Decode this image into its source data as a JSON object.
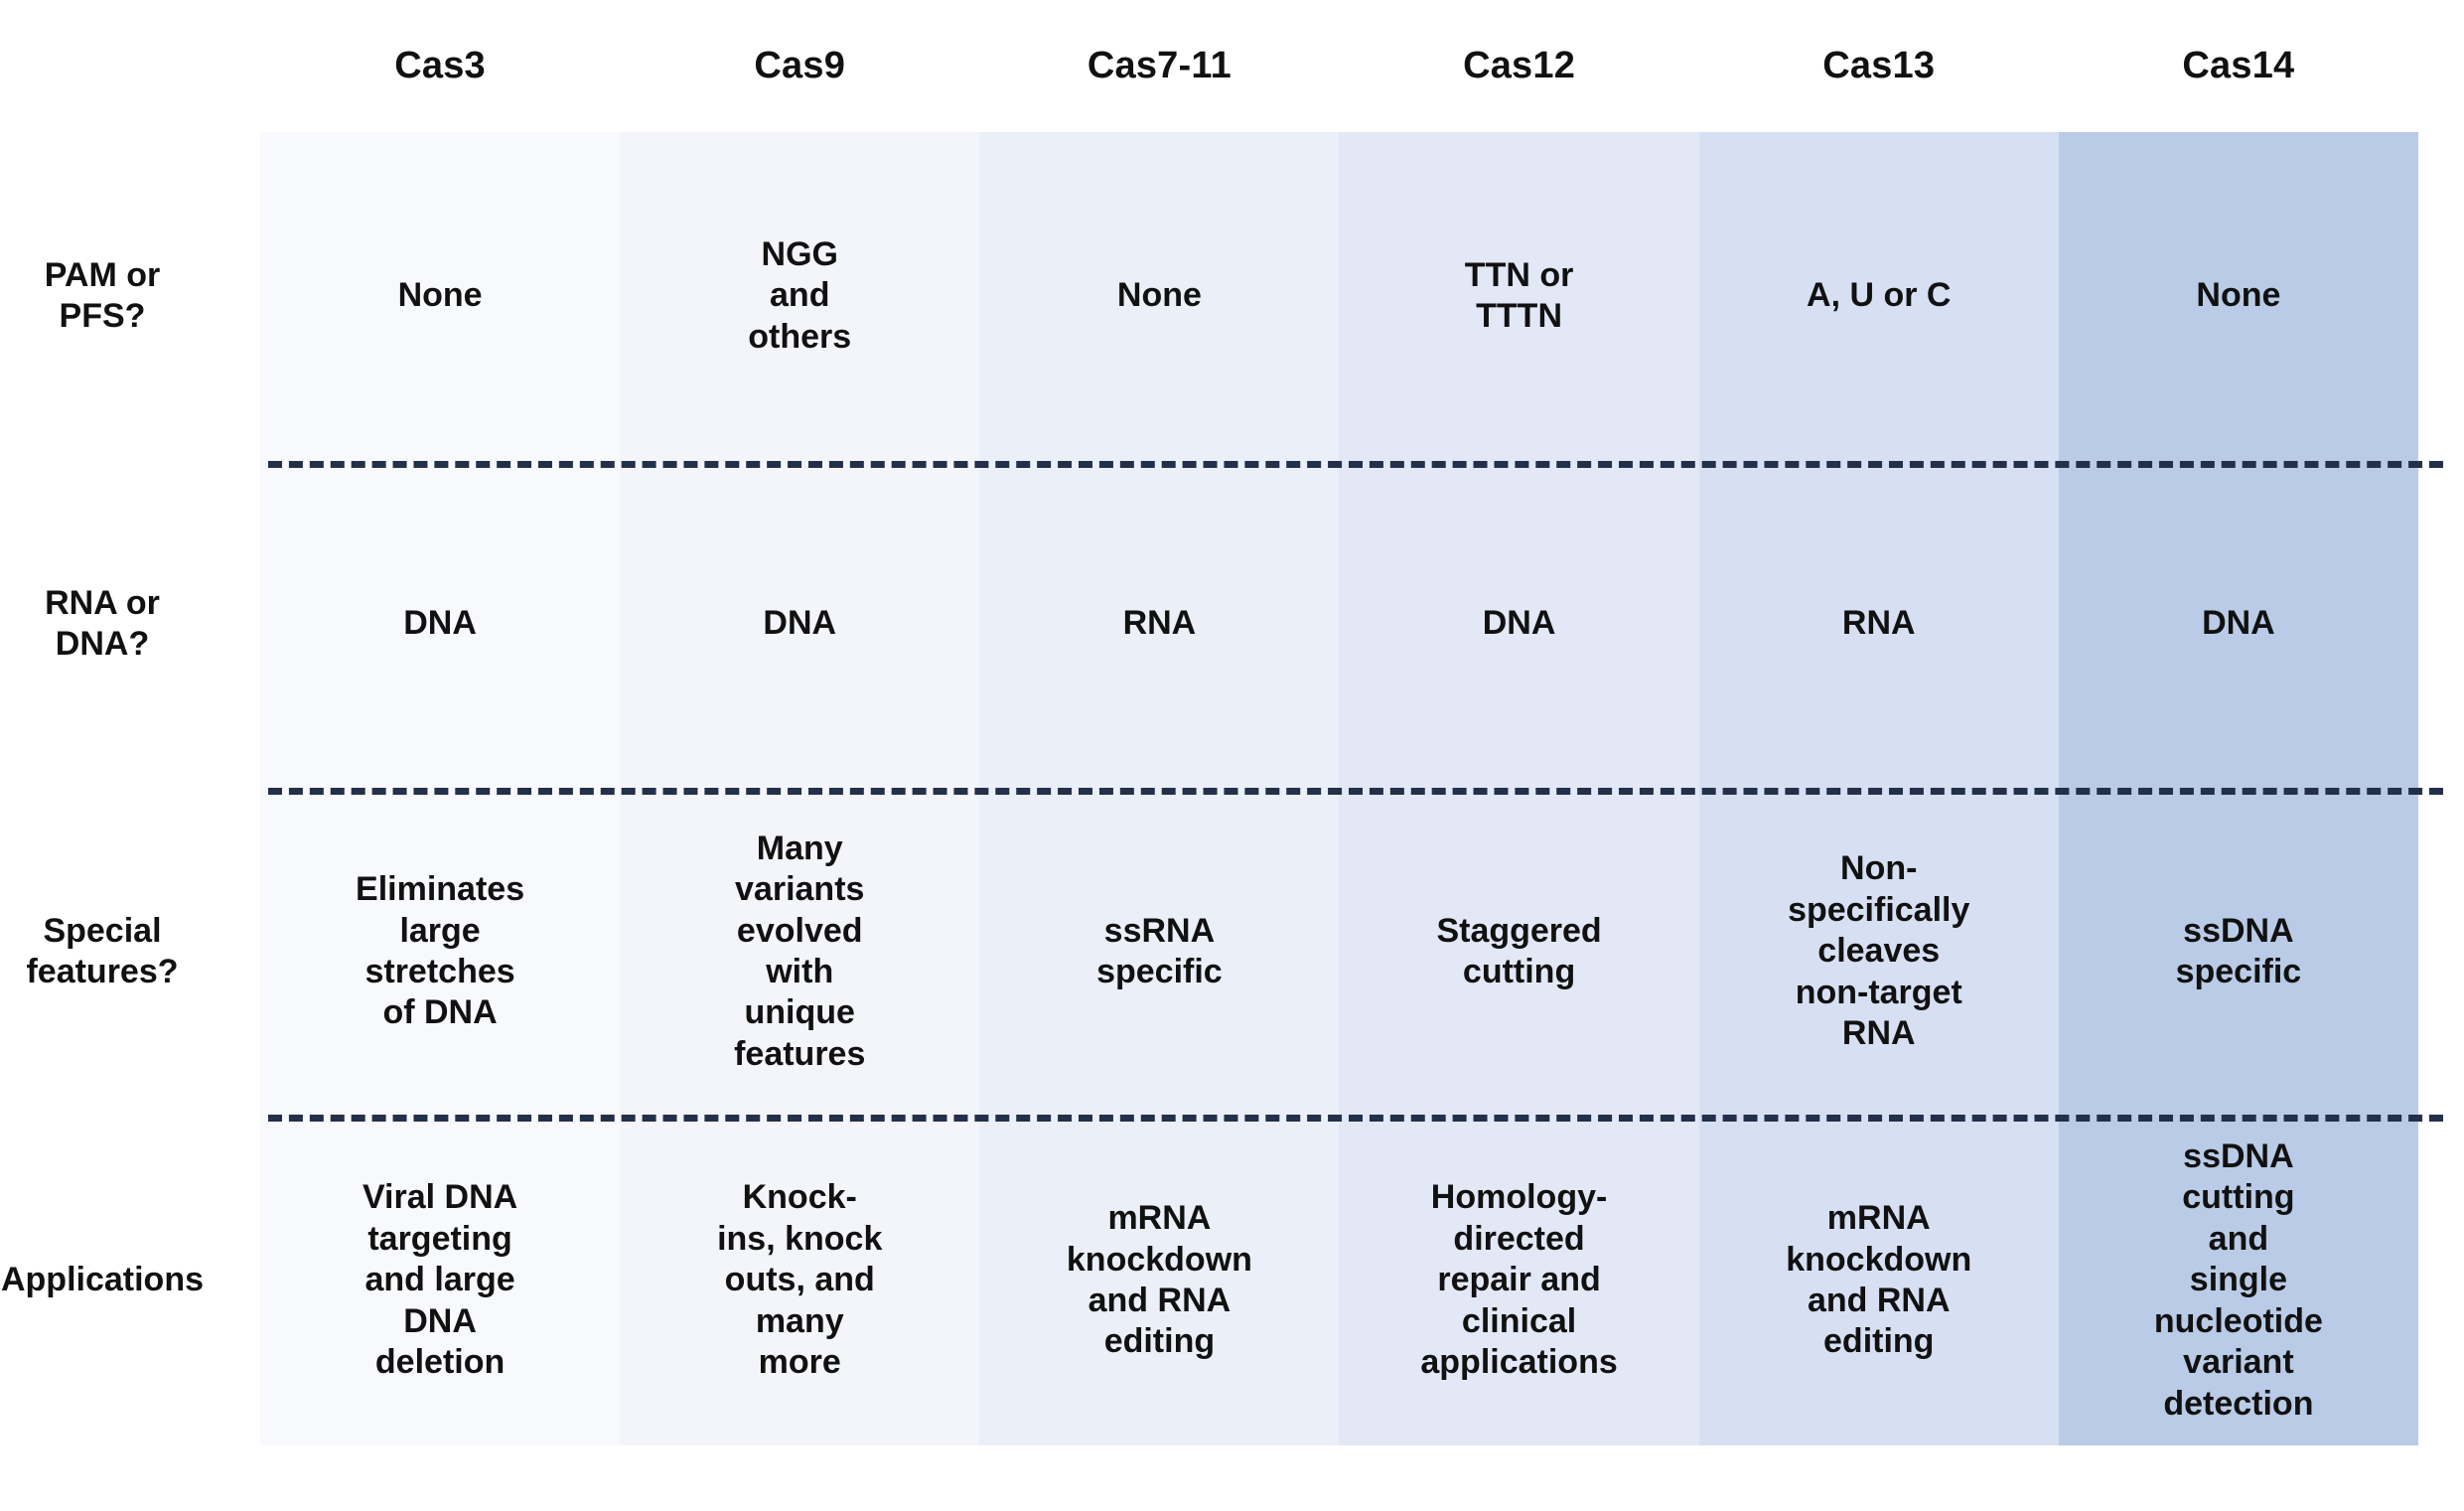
{
  "table": {
    "columns": [
      "Cas3",
      "Cas9",
      "Cas7-11",
      "Cas12",
      "Cas13",
      "Cas14"
    ],
    "column_colors": [
      "#f8f9fc",
      "#f3f5fa",
      "#eaeff8",
      "#e2e8f5",
      "#d6e0f2",
      "#b9cbe6"
    ],
    "row_labels": [
      "PAM or\nPFS?",
      "RNA or\nDNA?",
      "Special\nfeatures?",
      "Applications"
    ],
    "rows": [
      {
        "label": "PAM or\nPFS?",
        "cells": [
          "None",
          "NGG\nand\nothers",
          "None",
          "TTN or\nTTTN",
          "A, U or C",
          "None"
        ]
      },
      {
        "label": "RNA or\nDNA?",
        "cells": [
          "DNA",
          "DNA",
          "RNA",
          "DNA",
          "RNA",
          "DNA"
        ]
      },
      {
        "label": "Special\nfeatures?",
        "cells": [
          "Eliminates\nlarge\nstretches\nof DNA",
          "Many\nvariants\nevolved\nwith\nunique\nfeatures",
          "ssRNA\nspecific",
          "Staggered\ncutting",
          "Non-\nspecifically\ncleaves\nnon-target\nRNA",
          "ssDNA\nspecific"
        ]
      },
      {
        "label": "Applications",
        "cells": [
          "Viral DNA\ntargeting\nand large\nDNA\ndeletion",
          "Knock-\nins, knock\nouts, and\nmany\nmore",
          "mRNA\nknockdown\nand RNA\nediting",
          "Homology-\ndirected\nrepair and\nclinical\napplications",
          "mRNA\nknockdown\nand RNA\nediting",
          "ssDNA\ncutting\nand\nsingle\nnucleotide\nvariant\ndetection"
        ]
      }
    ],
    "divider_color": "#23304a"
  }
}
